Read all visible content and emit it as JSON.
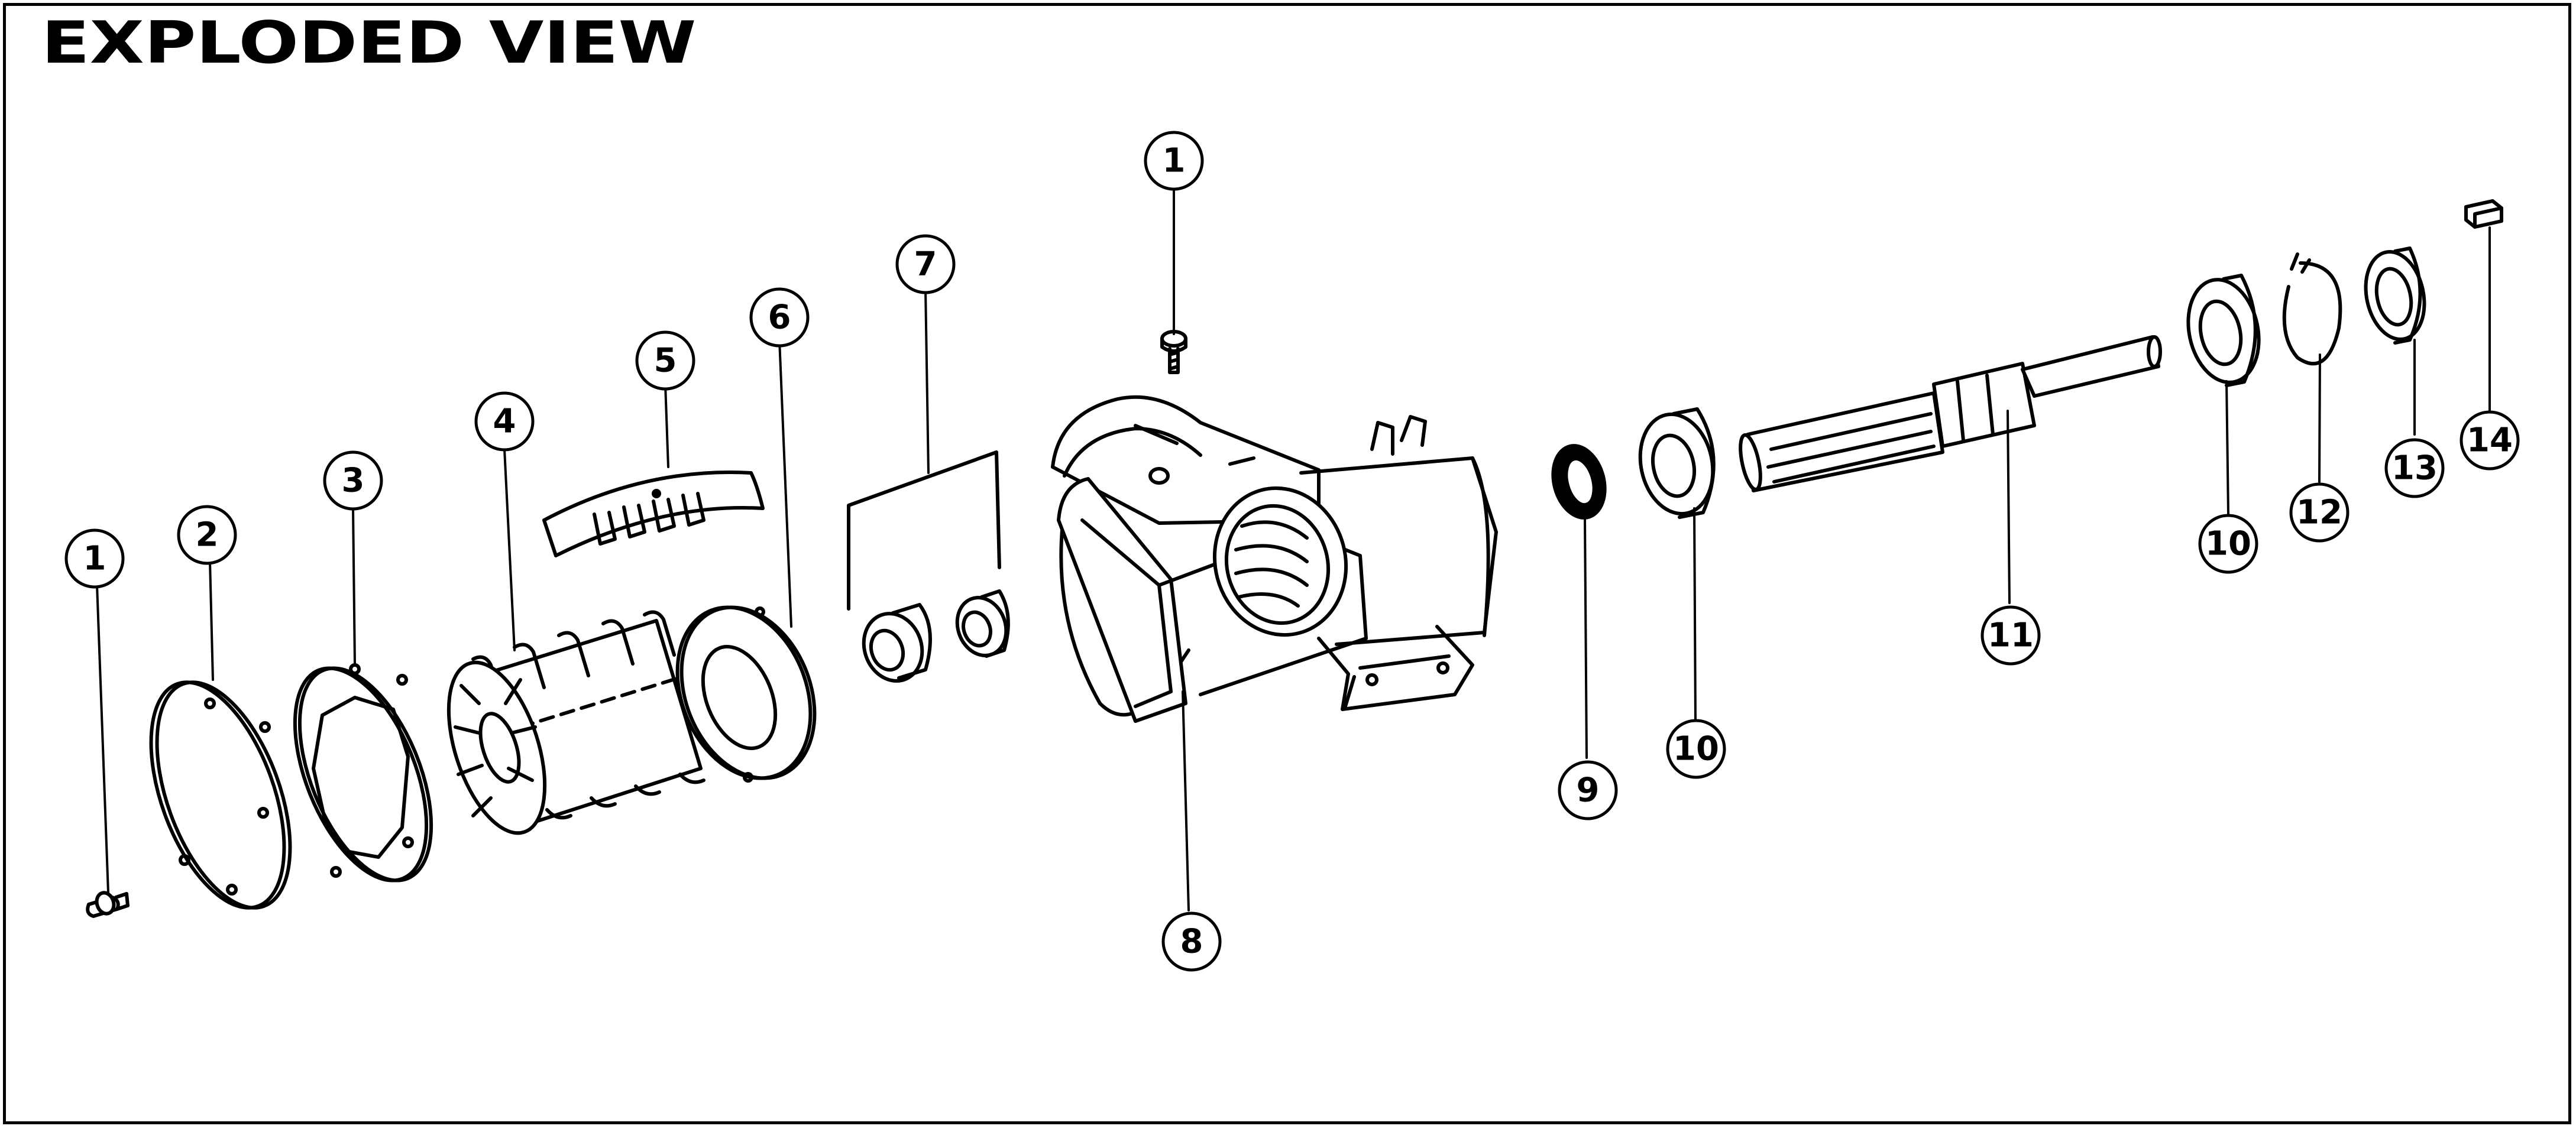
{
  "title": "EXPLODED VIEW",
  "callouts": [
    {
      "id": "callout-1-top",
      "text": "1"
    },
    {
      "id": "callout-1-left",
      "text": "1"
    },
    {
      "id": "callout-2",
      "text": "2"
    },
    {
      "id": "callout-3",
      "text": "3"
    },
    {
      "id": "callout-4",
      "text": "4"
    },
    {
      "id": "callout-5",
      "text": "5"
    },
    {
      "id": "callout-6",
      "text": "6"
    },
    {
      "id": "callout-7",
      "text": "7"
    },
    {
      "id": "callout-8",
      "text": "8"
    },
    {
      "id": "callout-9",
      "text": "9"
    },
    {
      "id": "callout-10-a",
      "text": "10"
    },
    {
      "id": "callout-10-b",
      "text": "10"
    },
    {
      "id": "callout-11",
      "text": "11"
    },
    {
      "id": "callout-12",
      "text": "12"
    },
    {
      "id": "callout-13",
      "text": "13"
    },
    {
      "id": "callout-14",
      "text": "14"
    }
  ]
}
